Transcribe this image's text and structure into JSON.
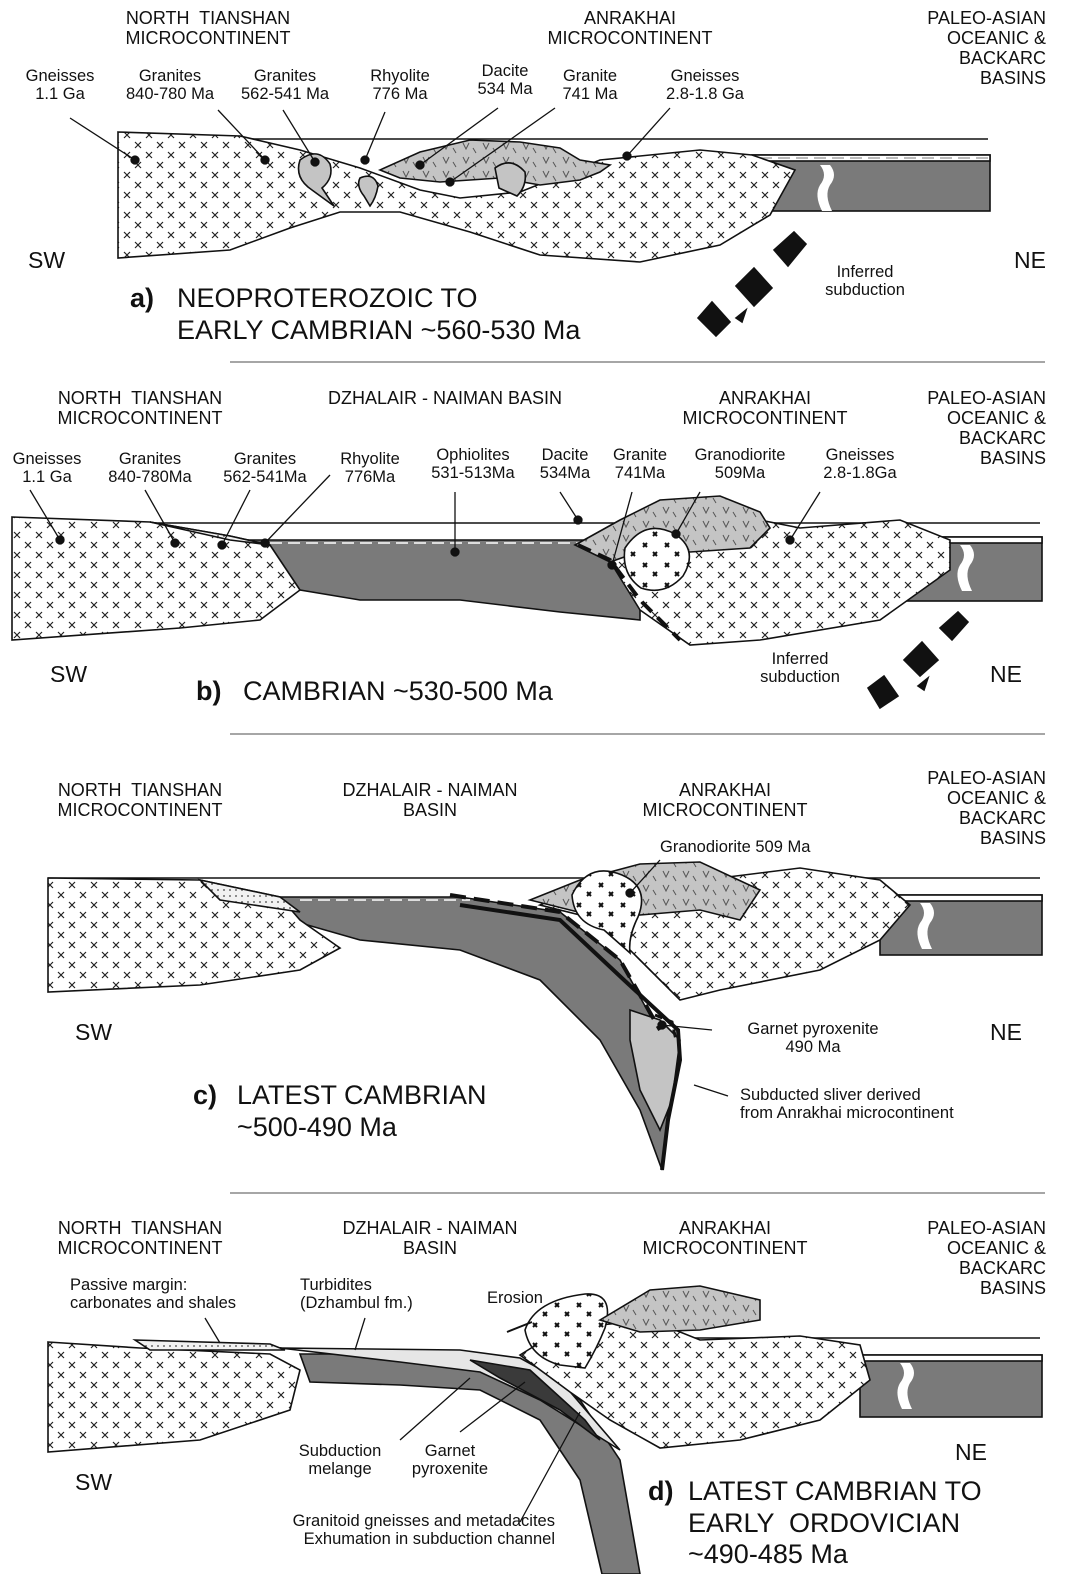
{
  "panels": {
    "a": {
      "headers": {
        "nt": "NORTH  TIANSHAN\nMICROCONTINENT",
        "an": "ANRAKHAI\nMICROCONTINENT",
        "pa": "PALEO-ASIAN\nOCEANIC &\nBACKARC\nBASINS"
      },
      "labels": {
        "gn1": "Gneisses\n1.1 Ga",
        "gr1": "Granites\n840-780 Ma",
        "gr2": "Granites\n562-541 Ma",
        "rh": "Rhyolite\n776 Ma",
        "da": "Dacite\n534 Ma",
        "gr3": "Granite\n741 Ma",
        "gn2": "Gneisses\n2.8-1.8 Ga",
        "sub": "Inferred\nsubduction"
      },
      "sw": "SW",
      "ne": "NE",
      "caption_letter": "a)",
      "caption": "NEOPROTEROZOIC TO\nEARLY CAMBRIAN ~560-530 Ma"
    },
    "b": {
      "headers": {
        "nt": "NORTH  TIANSHAN\nMICROCONTINENT",
        "dz": "DZHALAIR - NAIMAN BASIN",
        "an": "ANRAKHAI\nMICROCONTINENT",
        "pa": "PALEO-ASIAN\nOCEANIC &\nBACKARC\nBASINS"
      },
      "labels": {
        "gn1": "Gneisses\n1.1 Ga",
        "gr1": "Granites\n840-780Ma",
        "gr2": "Granites\n562-541Ma",
        "rh": "Rhyolite\n776Ma",
        "op": "Ophiolites\n531-513Ma",
        "da": "Dacite\n534Ma",
        "gr3": "Granite\n741Ma",
        "gd": "Granodiorite\n509Ma",
        "gn2": "Gneisses\n2.8-1.8Ga",
        "sub": "Inferred\nsubduction"
      },
      "sw": "SW",
      "ne": "NE",
      "caption_letter": "b)",
      "caption": "CAMBRIAN ~530-500 Ma"
    },
    "c": {
      "headers": {
        "nt": "NORTH  TIANSHAN\nMICROCONTINENT",
        "dz": "DZHALAIR - NAIMAN\nBASIN",
        "an": "ANRAKHAI\nMICROCONTINENT",
        "pa": "PALEO-ASIAN\nOCEANIC &\nBACKARC\nBASINS"
      },
      "labels": {
        "gd": "Granodiorite 509 Ma",
        "gp": "Garnet pyroxenite\n490 Ma",
        "ss": "Subducted sliver derived\nfrom Anrakhai microcontinent"
      },
      "sw": "SW",
      "ne": "NE",
      "caption_letter": "c)",
      "caption": "LATEST CAMBRIAN\n~500-490 Ma"
    },
    "d": {
      "headers": {
        "nt": "NORTH  TIANSHAN\nMICROCONTINENT",
        "dz": "DZHALAIR - NAIMAN\nBASIN",
        "an": "ANRAKHAI\nMICROCONTINENT",
        "pa": "PALEO-ASIAN\nOCEANIC &\nBACKARC\nBASINS"
      },
      "labels": {
        "pm": "Passive margin:\ncarbonates and shales",
        "tu": "Turbidites\n(Dzhambul fm.)",
        "er": "Erosion",
        "sm": "Subduction\nmelange",
        "gp": "Garnet\npyroxenite",
        "gg": "Granitoid gneisses and metadacites\nExhumation in subduction channel"
      },
      "sw": "SW",
      "ne": "NE",
      "caption_letter": "d)",
      "caption": "LATEST CAMBRIAN TO\nEARLY  ORDOVICIAN\n~490-485 Ma"
    }
  },
  "colors": {
    "continental_crust": "#ffffff",
    "oceanic_crust": "#7a7a7a",
    "arc_volcanics": "#c4c4c4",
    "sediments": "#e6e6e6",
    "outline": "#111111"
  }
}
